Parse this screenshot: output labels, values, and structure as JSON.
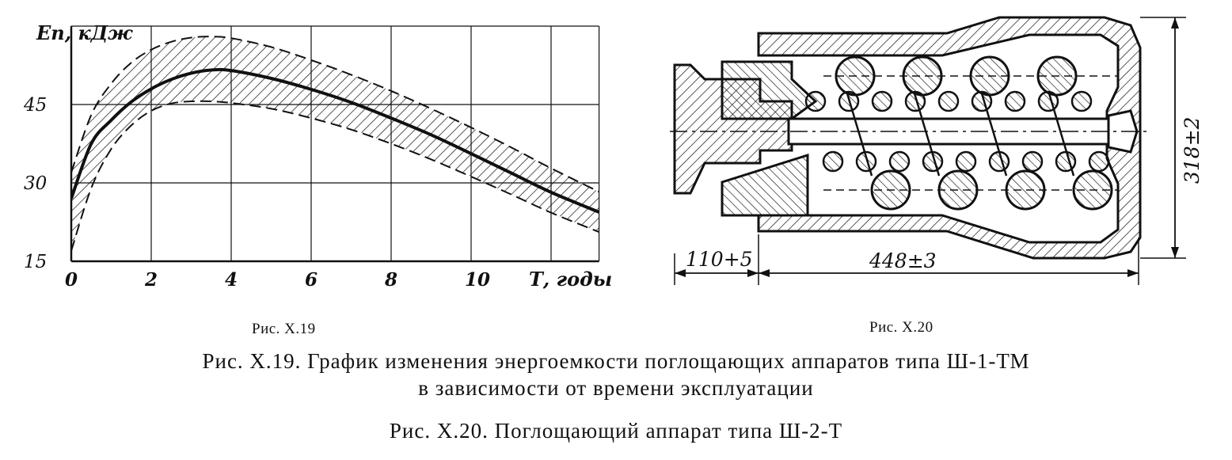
{
  "chart_data": {
    "type": "area",
    "title": "",
    "xlabel": "Т, годы",
    "ylabel": "Еп, кДж",
    "xlim": [
      0,
      13.2
    ],
    "ylim": [
      15,
      60
    ],
    "x_ticks": [
      "0",
      "2",
      "4",
      "6",
      "8",
      "10"
    ],
    "y_ticks": [
      "45",
      "30",
      "15"
    ],
    "grid": true,
    "legend": "none",
    "series": [
      {
        "x": [
          0,
          0.5,
          1,
          1.5,
          2,
          2.5,
          3,
          3.5,
          4,
          5,
          6,
          7,
          8,
          9,
          10,
          11,
          12,
          13.2
        ],
        "values": [
          27,
          37.5,
          42,
          45.5,
          48,
          49.8,
          51,
          51.6,
          51.5,
          50,
          47.9,
          45.4,
          42.4,
          39.2,
          35.6,
          31.9,
          28.2,
          24.4
        ]
      },
      {
        "x": [
          0,
          0.5,
          1,
          1.5,
          2,
          2.5,
          3,
          3.5,
          4,
          5,
          6,
          7,
          8,
          9,
          10,
          11,
          12,
          13.2
        ],
        "values": [
          32,
          43,
          49,
          53,
          55.5,
          57,
          57.8,
          58,
          57.7,
          56,
          53.5,
          50.7,
          47.6,
          44.2,
          40.6,
          36.8,
          32.8,
          28.3
        ]
      },
      {
        "x": [
          0,
          0.5,
          1,
          1.5,
          2,
          2.5,
          3,
          3.5,
          4,
          5,
          6,
          7,
          8,
          9,
          10,
          11,
          12,
          13.2
        ],
        "values": [
          17,
          29,
          36.5,
          41,
          43.8,
          45.2,
          45.6,
          45.6,
          45.3,
          44.2,
          42.4,
          40.2,
          37.5,
          34.5,
          31.2,
          27.8,
          24.3,
          20.6
        ]
      }
    ]
  },
  "drawing": {
    "dimensions": [
      "110+5",
      "448±3",
      "318±2"
    ]
  },
  "subcaptions": {
    "left": "Рис. X.19",
    "right": "Рис. X.20"
  },
  "captions": {
    "x19_line1": "Рис. X.19. График изменения энергоемкости поглощающих аппаратов типа Ш-1-ТМ",
    "x19_line2": "в зависимости от времени эксплуатации",
    "x20": "Рис. X.20. Поглощающий аппарат типа Ш-2-Т"
  },
  "colors": {
    "ink": "#111111",
    "paper": "#ffffff"
  }
}
